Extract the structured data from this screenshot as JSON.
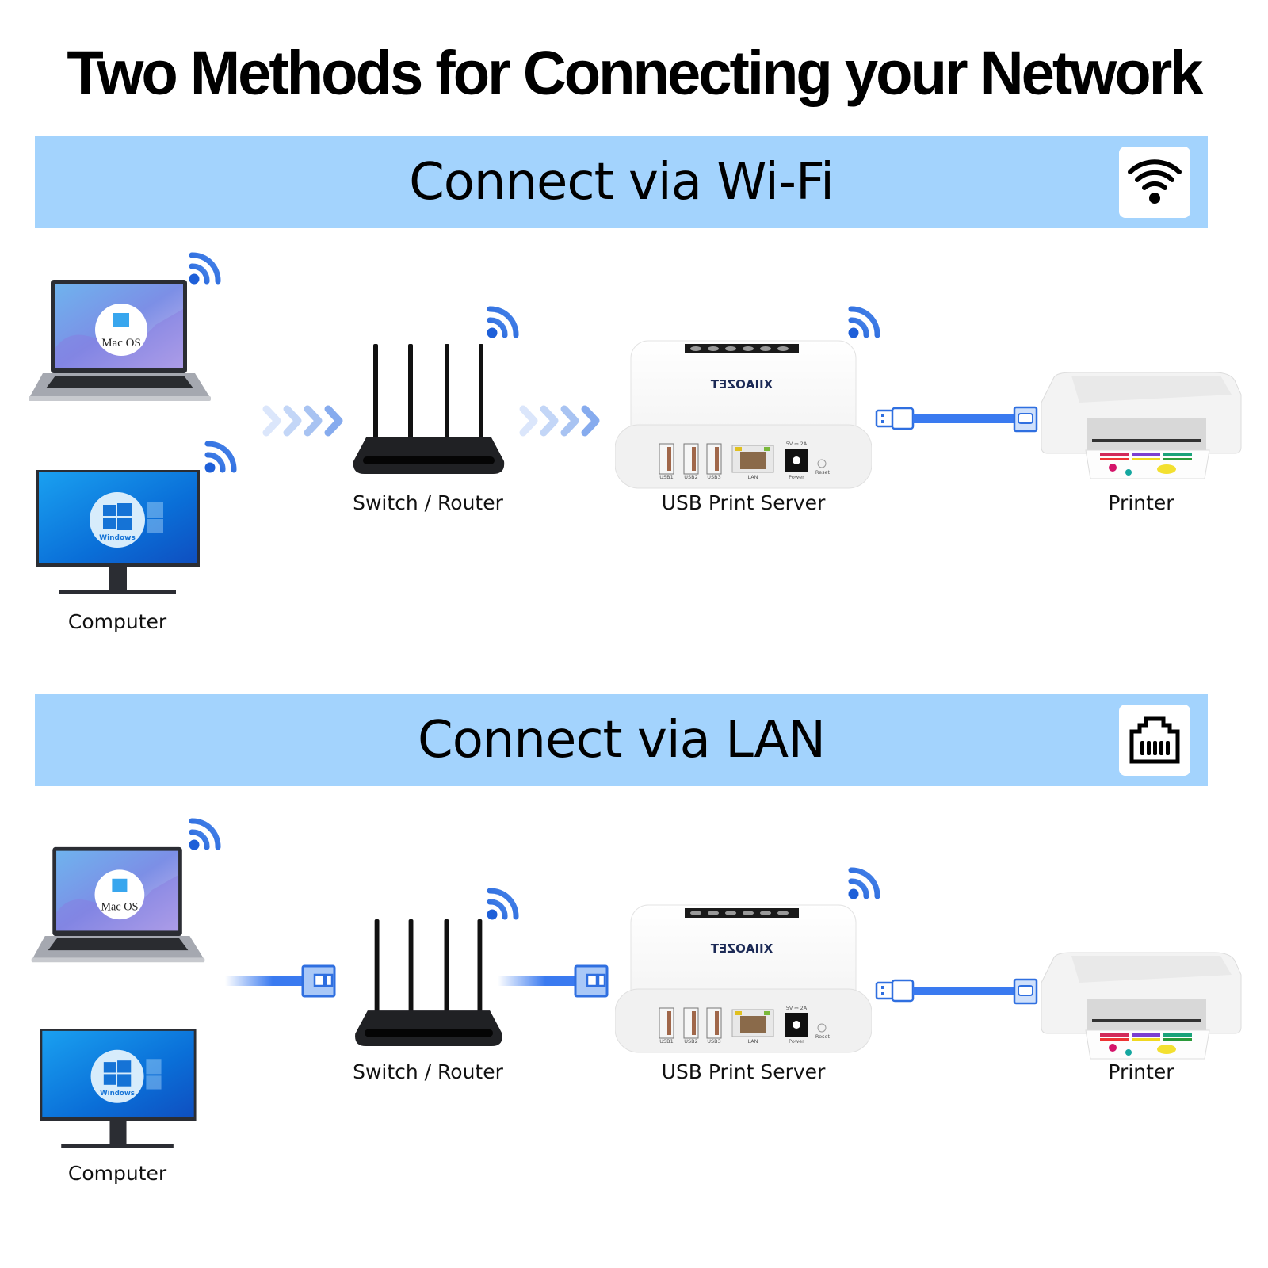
{
  "title": "Two Methods for Connecting your Network",
  "colors": {
    "band_background": "#a3d3fd",
    "accent_blue": "#2f6fe0",
    "cable_blue": "#3a7af0",
    "text": "#000000"
  },
  "sections": [
    {
      "id": "wifi",
      "heading": "Connect via Wi-Fi",
      "heading_icon": "wifi-icon",
      "link_type": "wireless-arrows",
      "devices": {
        "laptop": {
          "os_badge": "Mac OS",
          "icon": "laptop-icon",
          "signal_icon": "wireless-signal-icon"
        },
        "computer": {
          "label": "Computer",
          "os_badge": "Windows",
          "icon": "monitor-icon",
          "signal_icon": "wireless-signal-icon"
        },
        "router": {
          "label": "Switch / Router",
          "icon": "router-icon",
          "signal_icon": "wireless-signal-icon"
        },
        "print_server": {
          "label": "USB Print Server",
          "brand": "XIIAOZET",
          "ports": [
            "USB1",
            "USB2",
            "USB3",
            "LAN",
            "Power",
            "Reset"
          ],
          "power_rating": "5V ⎓ 2A",
          "icon": "print-server-icon",
          "signal_icon": "wireless-signal-icon"
        },
        "printer": {
          "label": "Printer",
          "icon": "printer-icon"
        }
      },
      "connections": [
        {
          "from": "computers",
          "to": "router",
          "type": "wireless",
          "icon": "chevrons-right-icon"
        },
        {
          "from": "router",
          "to": "print_server",
          "type": "wireless",
          "icon": "chevrons-right-icon"
        },
        {
          "from": "print_server",
          "to": "printer",
          "type": "usb-cable",
          "icon": "usb-cable-icon"
        }
      ]
    },
    {
      "id": "lan",
      "heading": "Connect via LAN",
      "heading_icon": "ethernet-port-icon",
      "link_type": "ethernet-cable",
      "devices": {
        "laptop": {
          "os_badge": "Mac OS",
          "icon": "laptop-icon",
          "signal_icon": "wireless-signal-icon"
        },
        "computer": {
          "label": "Computer",
          "os_badge": "Windows",
          "icon": "monitor-icon"
        },
        "router": {
          "label": "Switch / Router",
          "icon": "router-icon",
          "signal_icon": "wireless-signal-icon"
        },
        "print_server": {
          "label": "USB Print Server",
          "brand": "XIIAOZET",
          "ports": [
            "USB1",
            "USB2",
            "USB3",
            "LAN",
            "Power",
            "Reset"
          ],
          "power_rating": "5V ⎓ 2A",
          "icon": "print-server-icon",
          "signal_icon": "wireless-signal-icon"
        },
        "printer": {
          "label": "Printer",
          "icon": "printer-icon"
        }
      },
      "connections": [
        {
          "from": "computers",
          "to": "router",
          "type": "ethernet-cable",
          "icon": "ethernet-cable-icon"
        },
        {
          "from": "router",
          "to": "print_server",
          "type": "ethernet-cable",
          "icon": "ethernet-cable-icon"
        },
        {
          "from": "print_server",
          "to": "printer",
          "type": "usb-cable",
          "icon": "usb-cable-icon"
        }
      ]
    }
  ]
}
